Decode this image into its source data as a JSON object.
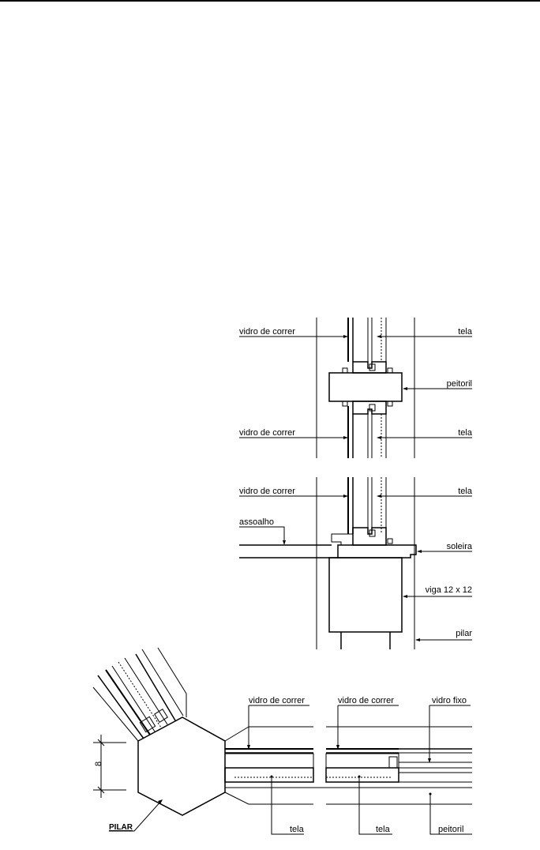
{
  "section_window": {
    "left_labels": [
      "vidro de correr",
      "vidro de correr"
    ],
    "right_labels": [
      "tela",
      "peitoril",
      "tela"
    ]
  },
  "section_floor": {
    "left_labels": [
      "vidro de correr",
      "assoalho"
    ],
    "right_labels": [
      "tela",
      "soleira",
      "viga 12 x 12",
      "pilar"
    ]
  },
  "plan": {
    "top_labels": [
      "vidro de correr",
      "vidro de correr",
      "vidro fixo"
    ],
    "bottom_labels": [
      "tela",
      "tela",
      "peitoril"
    ],
    "dimension": "8",
    "pillar_label": "PILAR"
  }
}
